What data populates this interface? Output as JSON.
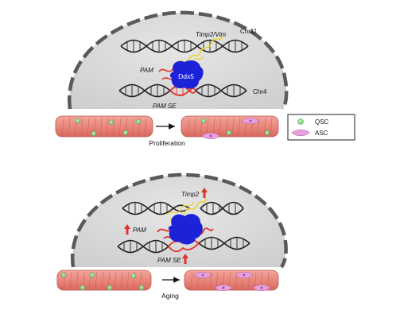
{
  "top_panel": {
    "gene_label": "Timp2/Vim",
    "chr11_label": "Chr11",
    "protein_label": "Ddx5",
    "pam_label": "PAM",
    "pam_se_label": "PAM SE",
    "chr4_label": "Chr4",
    "arrow_label": "Proliferation"
  },
  "legend": {
    "qsc_label": "QSC",
    "asc_label": "ASC"
  },
  "bottom_panel": {
    "gene_label": "Timp2",
    "pam_label": "PAM",
    "pam_se_label": "PAM SE",
    "arrow_label": "Aging"
  },
  "colors": {
    "nucleus": "#d9d9d9",
    "envelope": "#555555",
    "dna_black": "#222222",
    "dna_red": "#e0312a",
    "dna_yellow": "#ecd32c",
    "ddx5": "#1b22d8",
    "fiber": "#e9857c",
    "qsc": "#7ccf7a",
    "asc": "#e7a1dd",
    "up_arrow": "#e0312a"
  }
}
